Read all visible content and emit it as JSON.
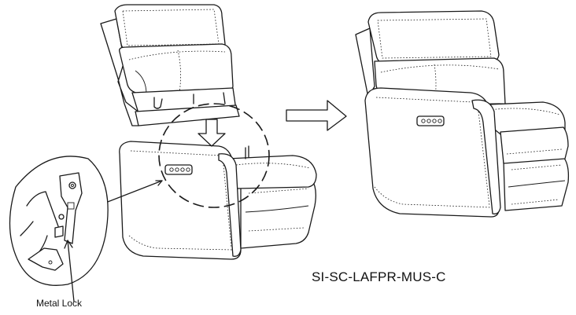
{
  "model_code": "SI-SC-LAFPR-MUS-C",
  "callout_label": "Metal Lock",
  "colors": {
    "line": "#1a1a1a",
    "background": "#ffffff"
  },
  "icons": [
    "recliner-back-section",
    "recliner-seat-section",
    "assembled-recliner",
    "direction-arrow",
    "down-arrow",
    "magnifier-circle",
    "power-button-panel"
  ]
}
